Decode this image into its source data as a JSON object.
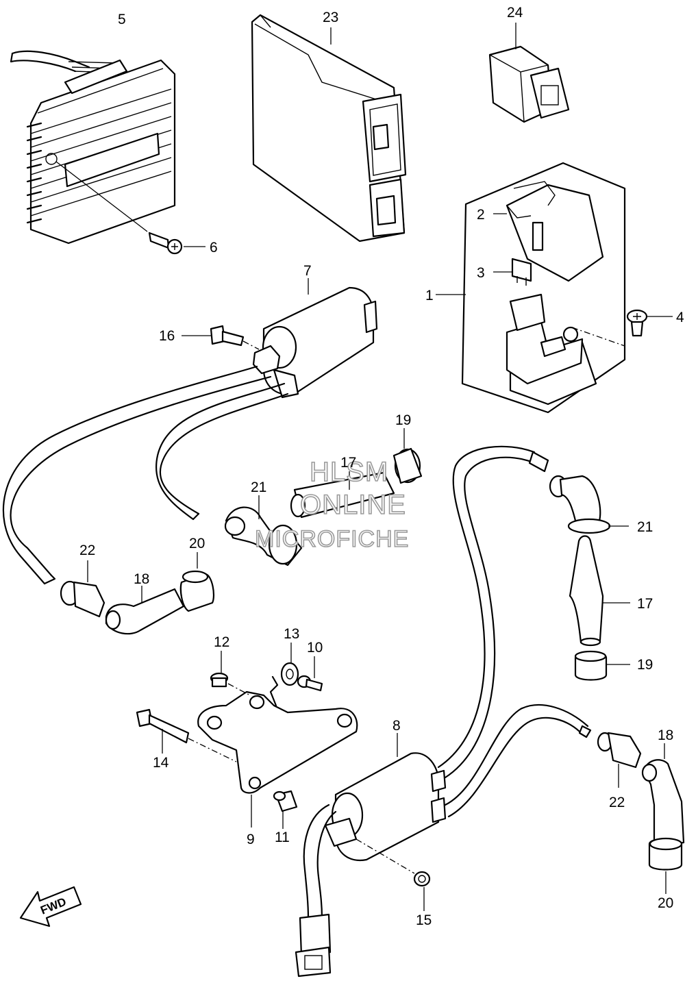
{
  "watermark": {
    "line1": "HLSM",
    "line2": "ONLINE",
    "line3": "MICROFICHE"
  },
  "fwd_label": "FWD",
  "callouts": {
    "c1": "1",
    "c2": "2",
    "c3": "3",
    "c4": "4",
    "c5": "5",
    "c6": "6",
    "c7": "7",
    "c8": "8",
    "c9": "9",
    "c10": "10",
    "c11": "11",
    "c12": "12",
    "c13": "13",
    "c14": "14",
    "c15": "15",
    "c16": "16",
    "c17a": "17",
    "c17b": "17",
    "c18a": "18",
    "c18b": "18",
    "c19a": "19",
    "c19b": "19",
    "c20a": "20",
    "c20b": "20",
    "c21a": "21",
    "c21b": "21",
    "c22a": "22",
    "c22b": "22",
    "c23": "23",
    "c24": "24"
  }
}
